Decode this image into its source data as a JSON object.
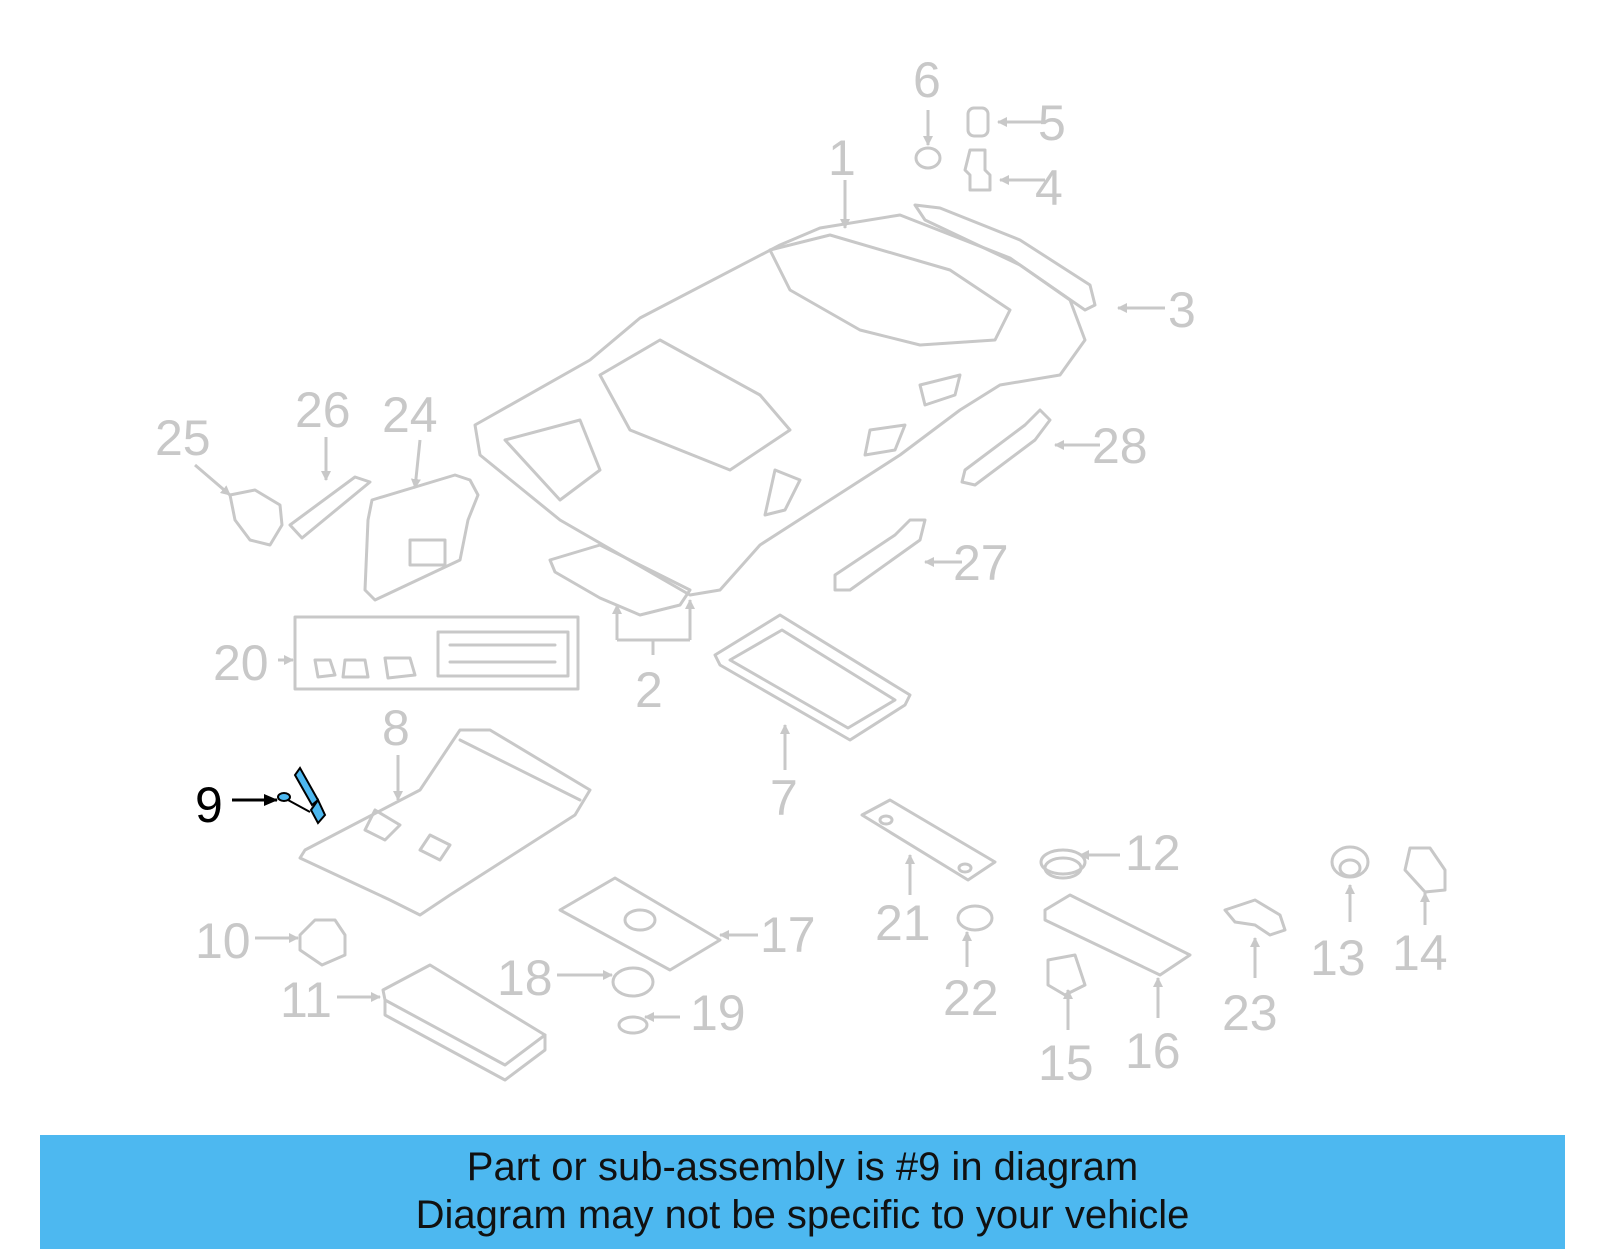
{
  "diagram": {
    "highlight_color": "#4db8f0",
    "callout_color": "#c8c8c8",
    "highlight_text_color": "#000000",
    "selected_part": "9",
    "callouts": [
      "1",
      "2",
      "3",
      "4",
      "5",
      "6",
      "7",
      "8",
      "9",
      "10",
      "11",
      "12",
      "13",
      "14",
      "15",
      "16",
      "17",
      "18",
      "19",
      "20",
      "21",
      "22",
      "23",
      "24",
      "25",
      "26",
      "27",
      "28"
    ]
  },
  "banner": {
    "line1": "Part or sub-assembly is #9 in diagram",
    "line2": "Diagram may not be specific to your vehicle",
    "background": "#4db8f0"
  }
}
